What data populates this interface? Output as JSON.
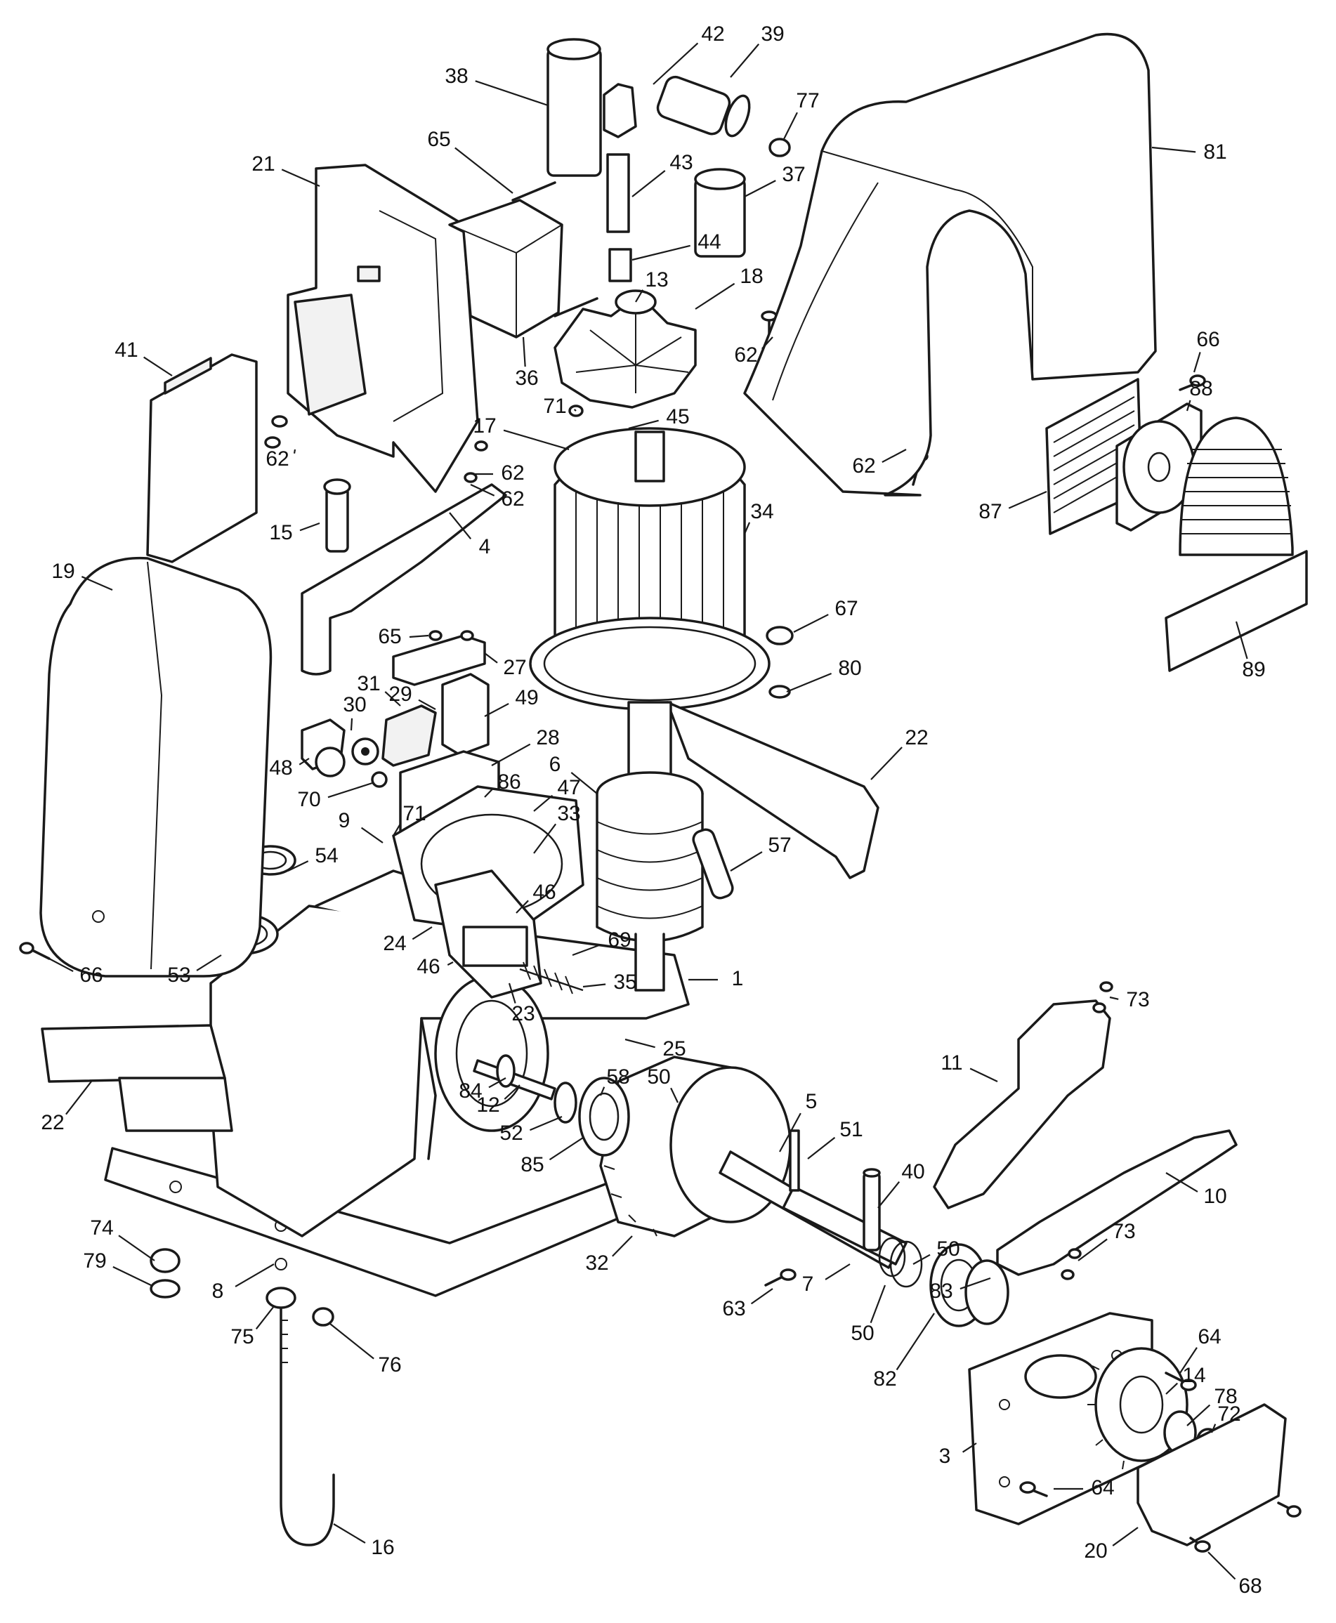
{
  "diagram": {
    "part_numbers": [
      "1",
      "3",
      "4",
      "5",
      "6",
      "7",
      "8",
      "9",
      "10",
      "11",
      "12",
      "13",
      "14",
      "15",
      "16",
      "17",
      "18",
      "19",
      "20",
      "21",
      "22",
      "23",
      "24",
      "25",
      "27",
      "28",
      "29",
      "30",
      "31",
      "32",
      "33",
      "34",
      "35",
      "36",
      "37",
      "38",
      "39",
      "40",
      "41",
      "42",
      "43",
      "44",
      "45",
      "46",
      "47",
      "48",
      "49",
      "50",
      "51",
      "52",
      "53",
      "54",
      "57",
      "58",
      "62",
      "63",
      "64",
      "65",
      "66",
      "67",
      "68",
      "69",
      "70",
      "71",
      "72",
      "73",
      "74",
      "75",
      "76",
      "77",
      "78",
      "79",
      "80",
      "81",
      "82",
      "83",
      "84",
      "85",
      "86",
      "87",
      "88",
      "89"
    ]
  }
}
